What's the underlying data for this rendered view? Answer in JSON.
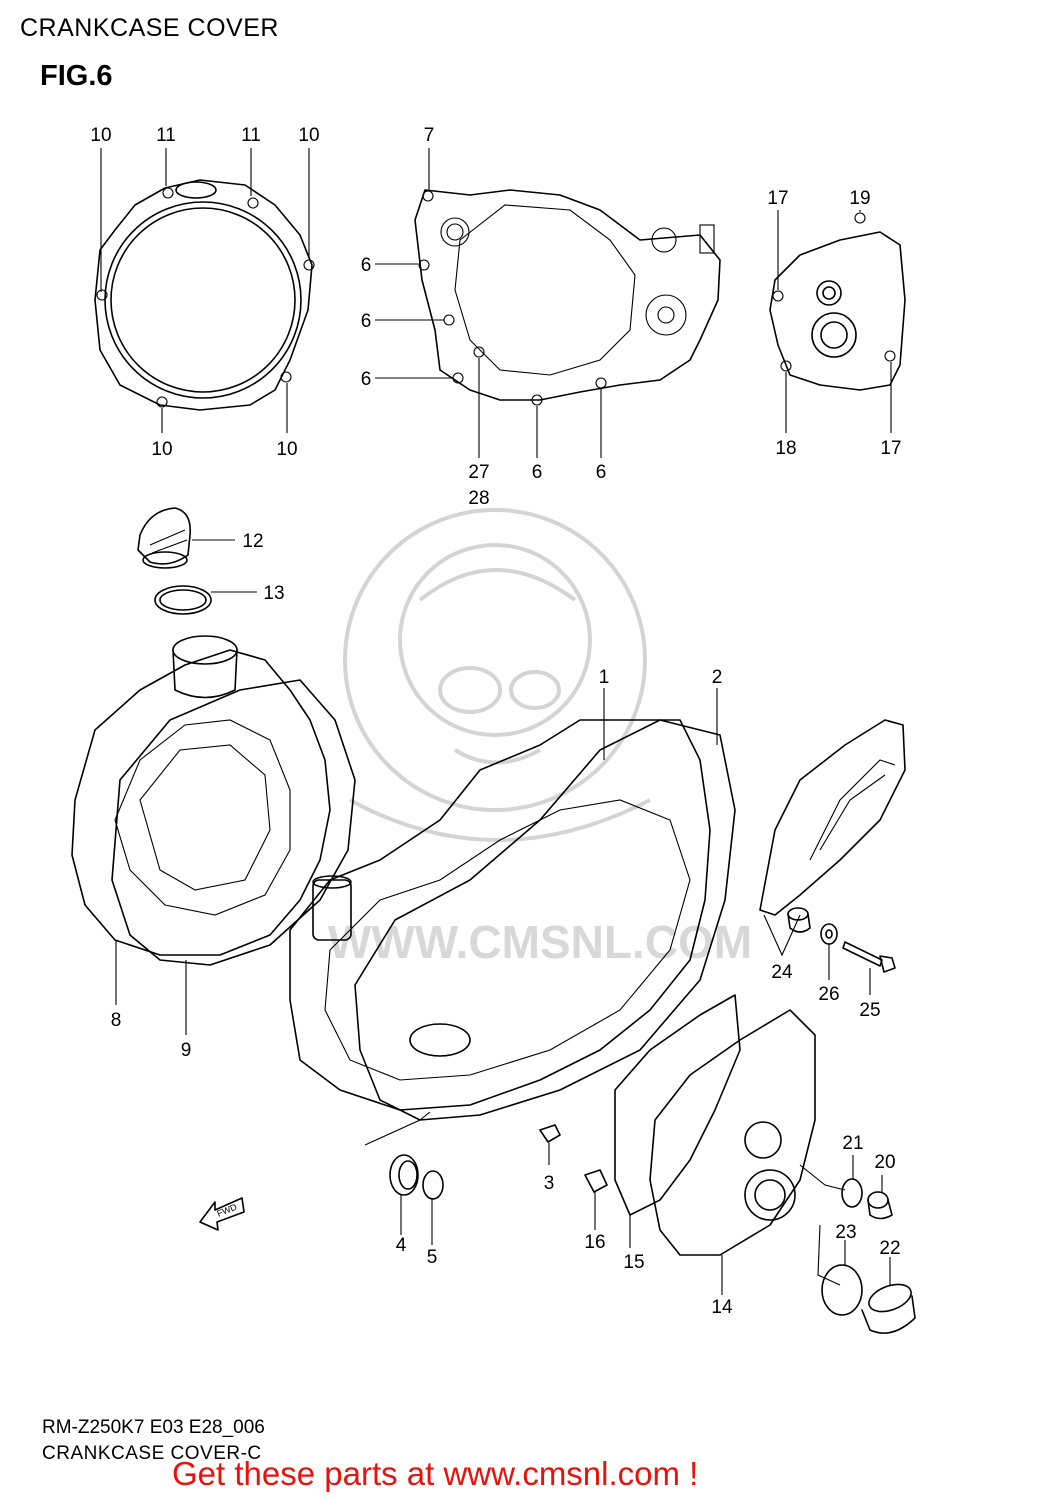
{
  "page": {
    "title": "CRANKCASE COVER",
    "figure_label": "FIG.6"
  },
  "watermark": {
    "text": "WWW.CMSNL.COM"
  },
  "direction_indicator": {
    "label": "FWD"
  },
  "callouts": [
    {
      "id": "c10a",
      "text": "10"
    },
    {
      "id": "c11a",
      "text": "11"
    },
    {
      "id": "c11b",
      "text": "11"
    },
    {
      "id": "c10b",
      "text": "10"
    },
    {
      "id": "c10c",
      "text": "10"
    },
    {
      "id": "c10d",
      "text": "10"
    },
    {
      "id": "c7",
      "text": "7"
    },
    {
      "id": "c6a",
      "text": "6"
    },
    {
      "id": "c6b",
      "text": "6"
    },
    {
      "id": "c6c",
      "text": "6"
    },
    {
      "id": "c27",
      "text": "27"
    },
    {
      "id": "c28",
      "text": "28"
    },
    {
      "id": "c6d",
      "text": "6"
    },
    {
      "id": "c6e",
      "text": "6"
    },
    {
      "id": "c17a",
      "text": "17"
    },
    {
      "id": "c19",
      "text": "19"
    },
    {
      "id": "c18",
      "text": "18"
    },
    {
      "id": "c17b",
      "text": "17"
    },
    {
      "id": "c12",
      "text": "12"
    },
    {
      "id": "c13",
      "text": "13"
    },
    {
      "id": "c1",
      "text": "1"
    },
    {
      "id": "c2",
      "text": "2"
    },
    {
      "id": "c8",
      "text": "8"
    },
    {
      "id": "c9",
      "text": "9"
    },
    {
      "id": "c24",
      "text": "24"
    },
    {
      "id": "c26",
      "text": "26"
    },
    {
      "id": "c25",
      "text": "25"
    },
    {
      "id": "c21",
      "text": "21"
    },
    {
      "id": "c20",
      "text": "20"
    },
    {
      "id": "c3",
      "text": "3"
    },
    {
      "id": "c23",
      "text": "23"
    },
    {
      "id": "c22",
      "text": "22"
    },
    {
      "id": "c4",
      "text": "4"
    },
    {
      "id": "c5",
      "text": "5"
    },
    {
      "id": "c16",
      "text": "16"
    },
    {
      "id": "c15",
      "text": "15"
    },
    {
      "id": "c14",
      "text": "14"
    }
  ],
  "footer": {
    "model_code": "RM-Z250K7 E03 E28_006",
    "section_title": "CRANKCASE COVER-C",
    "promo": "Get these parts at www.cmsnl.com !",
    "promo_color": "#e8120c"
  }
}
